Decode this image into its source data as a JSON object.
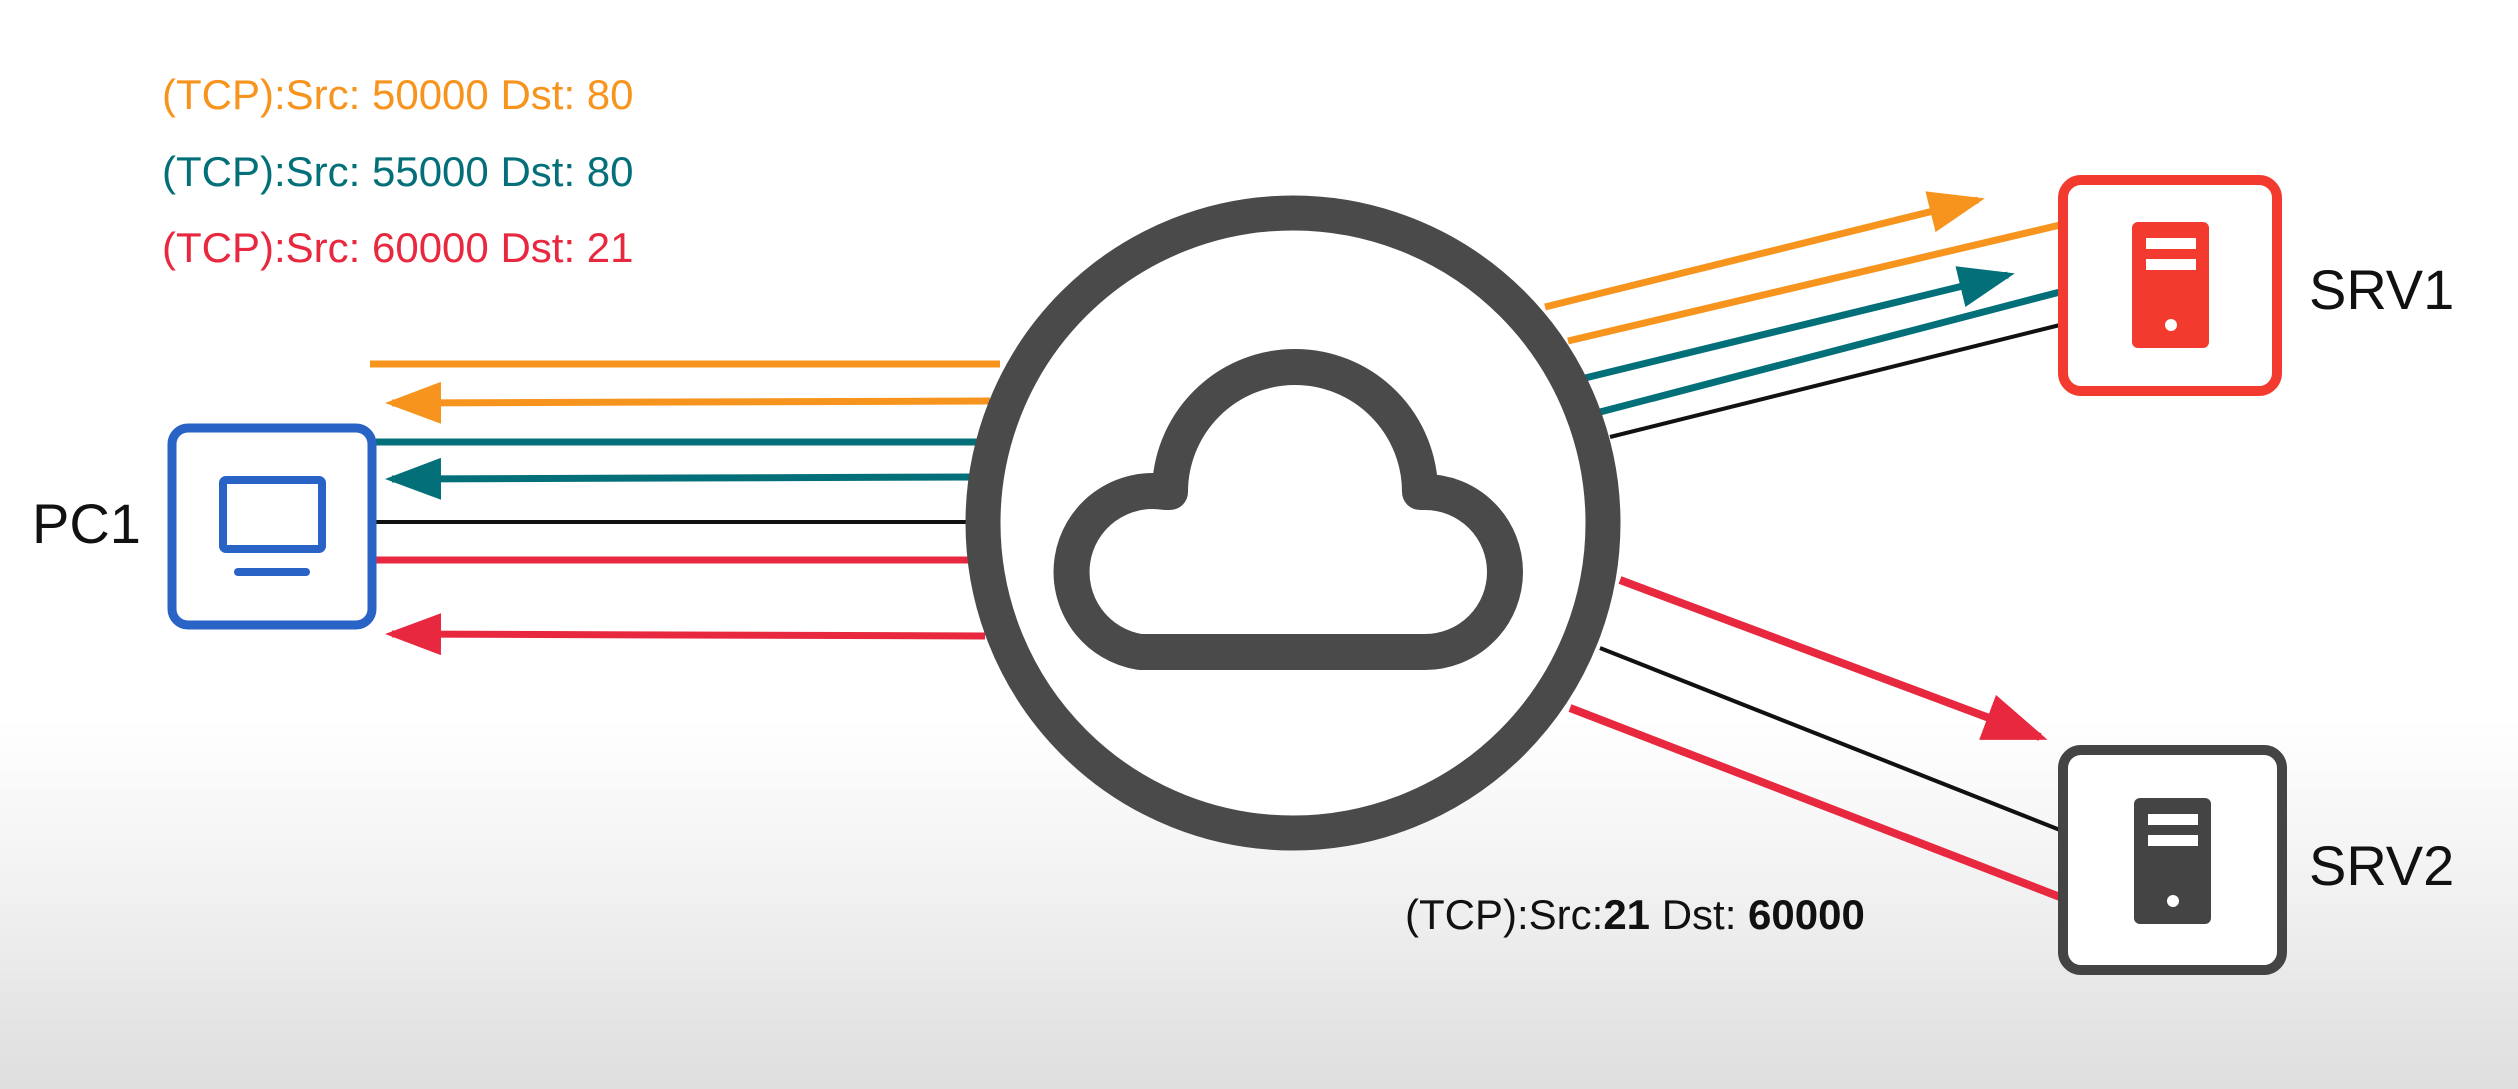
{
  "legend": [
    {
      "text": "(TCP):Src: 50000 Dst: 80",
      "color": "#F7941D"
    },
    {
      "text": "(TCP):Src: 55000 Dst: 80",
      "color": "#037079"
    },
    {
      "text": "(TCP):Src: 60000 Dst: 21",
      "color": "#E8283F"
    }
  ],
  "nodes": {
    "pc1": {
      "label": "PC1",
      "color": "#2A63C6"
    },
    "srv1": {
      "label": "SRV1",
      "color": "#F23B2E"
    },
    "srv2": {
      "label": "SRV2",
      "color": "#444444"
    },
    "internet": {
      "color": "#4A4A4A"
    }
  },
  "reply_label": {
    "prefix": "(TCP):Src:",
    "src_port": "21",
    "dst_prefix": " Dst: ",
    "dst_port": "60000"
  }
}
